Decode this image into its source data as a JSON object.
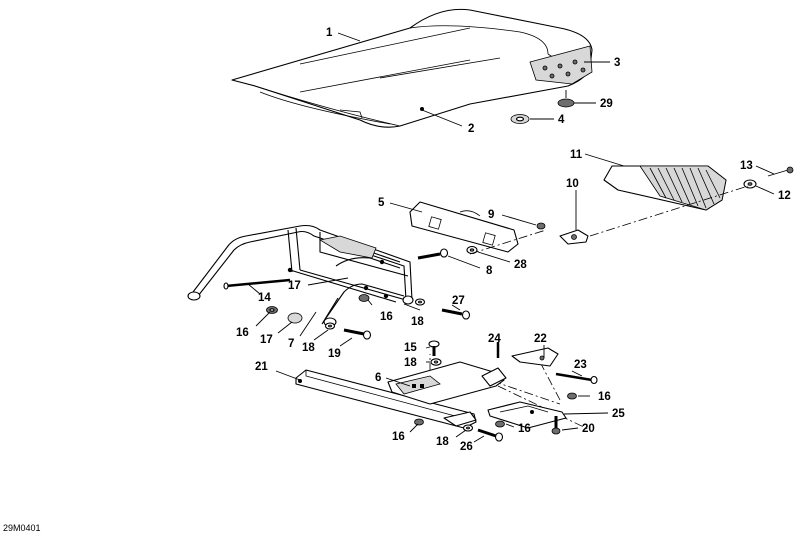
{
  "drawing_code": "29M0401",
  "callouts": [
    {
      "id": "c1",
      "text": "1"
    },
    {
      "id": "c2",
      "text": "2"
    },
    {
      "id": "c3",
      "text": "3"
    },
    {
      "id": "c4",
      "text": "4"
    },
    {
      "id": "c29a",
      "text": "29"
    },
    {
      "id": "c11",
      "text": "11"
    },
    {
      "id": "c13",
      "text": "13"
    },
    {
      "id": "c10",
      "text": "10"
    },
    {
      "id": "c12",
      "text": "12"
    },
    {
      "id": "c5",
      "text": "5"
    },
    {
      "id": "c9",
      "text": "9"
    },
    {
      "id": "c28",
      "text": "28"
    },
    {
      "id": "c8",
      "text": "8"
    },
    {
      "id": "c14",
      "text": "14"
    },
    {
      "id": "c17a",
      "text": "17"
    },
    {
      "id": "c27",
      "text": "27"
    },
    {
      "id": "c16a",
      "text": "16"
    },
    {
      "id": "c18a",
      "text": "18"
    },
    {
      "id": "c16b",
      "text": "16"
    },
    {
      "id": "c17b",
      "text": "17"
    },
    {
      "id": "c7",
      "text": "7"
    },
    {
      "id": "c18b",
      "text": "18"
    },
    {
      "id": "c19",
      "text": "19"
    },
    {
      "id": "c24",
      "text": "24"
    },
    {
      "id": "c22",
      "text": "22"
    },
    {
      "id": "c15",
      "text": "15"
    },
    {
      "id": "c18c",
      "text": "18"
    },
    {
      "id": "c23",
      "text": "23"
    },
    {
      "id": "c21",
      "text": "21"
    },
    {
      "id": "c6",
      "text": "6"
    },
    {
      "id": "c16c",
      "text": "16"
    },
    {
      "id": "c25",
      "text": "25"
    },
    {
      "id": "c16d",
      "text": "16"
    },
    {
      "id": "c20",
      "text": "20"
    },
    {
      "id": "c16e",
      "text": "16"
    },
    {
      "id": "c18d",
      "text": "18"
    },
    {
      "id": "c26",
      "text": "26"
    }
  ]
}
